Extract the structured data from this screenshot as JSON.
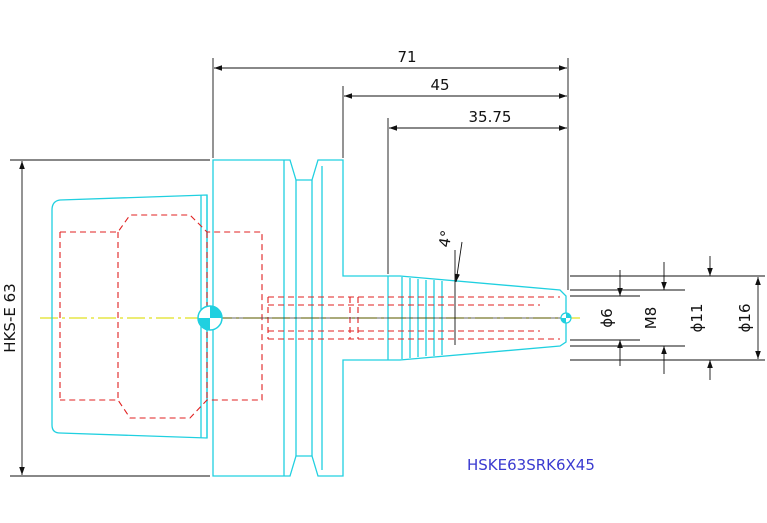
{
  "drawing": {
    "part_number": "HSKE63SRK6X45",
    "dimensions": {
      "overall_length": "71",
      "length_45": "45",
      "length_35_75": "35.75",
      "angle": "4°",
      "flange_label": "HKS-E 63",
      "dia_6": "ϕ6",
      "thread_m8": "M8",
      "dia_11": "ϕ11",
      "dia_16": "ϕ16"
    },
    "colors": {
      "outline": "#20d0e0",
      "hidden": "#e02020",
      "dimension": "#111111",
      "centerline": "#e0e020",
      "label": "#3a3ad0"
    }
  }
}
